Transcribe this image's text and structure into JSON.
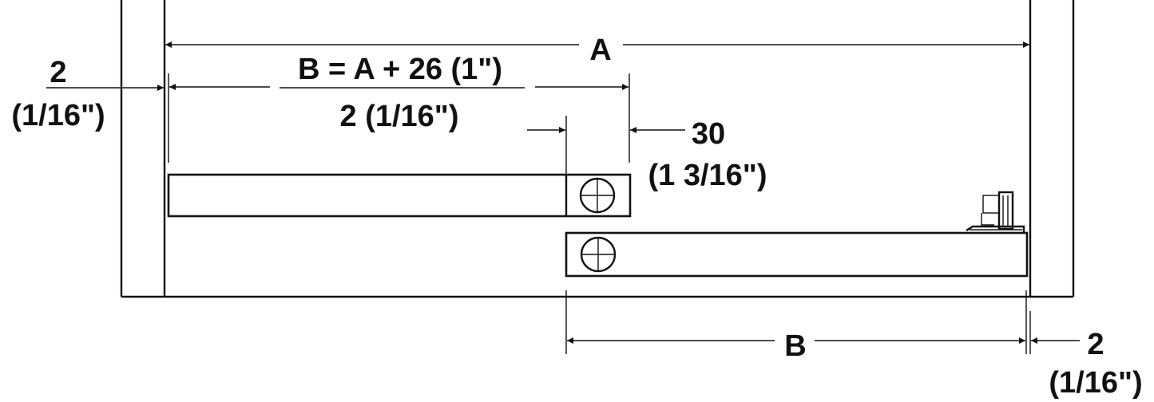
{
  "dimensions": {
    "a": "A",
    "b_formula": "B = A + 26 (1\")",
    "b_offset": "2 (1/16\")",
    "left_gap_value": "2",
    "left_gap_inch": "(1/16\")",
    "overhang_value": "30",
    "overhang_inch": "(1 3/16\")",
    "b": "B",
    "right_gap_value": "2",
    "right_gap_inch": "(1/16\")"
  },
  "colors": {
    "line": "#111111",
    "background": "#ffffff"
  },
  "icons": {
    "screw": "screw-hole-icon",
    "bracket": "rear-bracket-icon"
  }
}
